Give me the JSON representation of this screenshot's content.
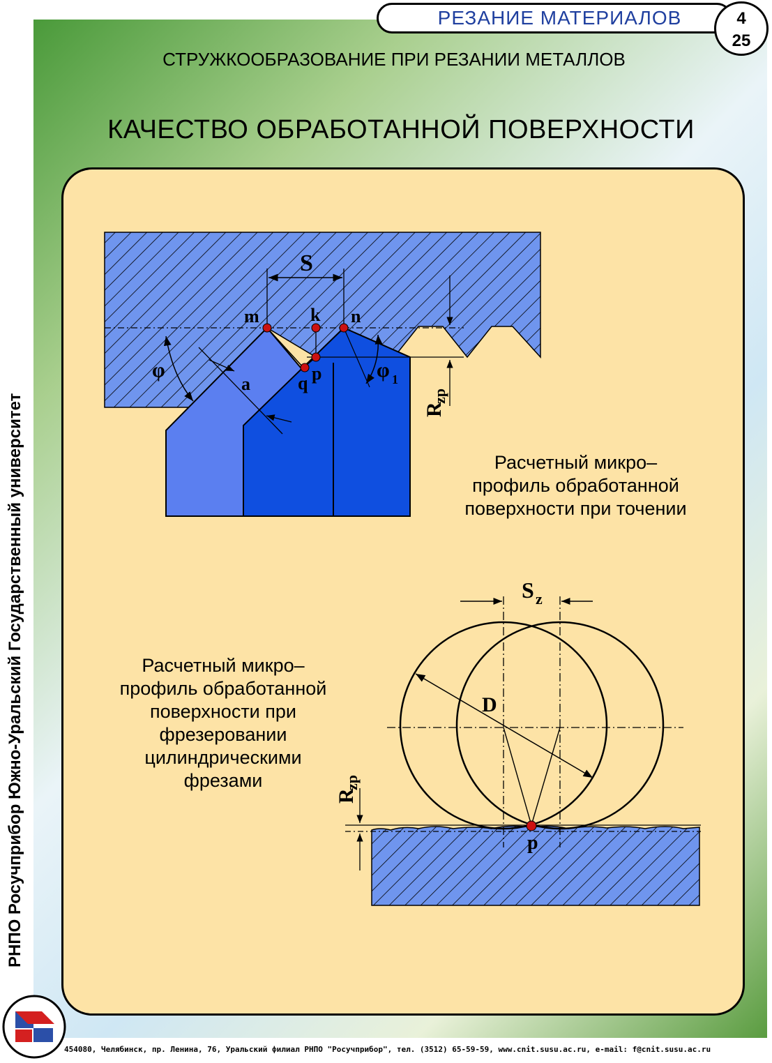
{
  "header": {
    "title": "РЕЗАНИЕ   МАТЕРИАЛОВ",
    "page_current": "4",
    "page_total": "25"
  },
  "subtitle": "СТРУЖКООБРАЗОВАНИЕ ПРИ РЕЗАНИИ   МЕТАЛЛОВ",
  "title": "КАЧЕСТВО   ОБРАБОТАННОЙ    ПОВЕРХНОСТИ",
  "sidebar_text": "РНПО Росучприбор    Южно-Уральский Государственный университет",
  "turning": {
    "caption": [
      "Расчетный   микро–",
      "профиль  обработанной",
      "поверхности  при  точении"
    ],
    "labels": {
      "S": "S",
      "m": "m",
      "k": "k",
      "n": "n",
      "q": "q",
      "p": "p",
      "a": "a",
      "phi": "φ",
      "phi1": "φ",
      "phi1_sub": "1",
      "rzp": "R",
      "rzp_sub": "zp"
    }
  },
  "milling": {
    "caption": [
      "Расчетный  микро–",
      "профиль  обработанной",
      "поверхности  при",
      "фрезеровании",
      "цилиндрическими",
      "фрезами"
    ],
    "labels": {
      "Sz": "S",
      "Sz_sub": "z",
      "D": "D",
      "p": "p",
      "rzp": "R",
      "rzp_sub": "zp"
    }
  },
  "footer": "454080, Челябинск, пр. Ленина, 76, Уральский филиал РНПО \"Росучприбор\", тел. (3512) 65-59-59, www.cnit.susu.ac.ru,  e-mail: f@cnit.susu.ac.ru",
  "colors": {
    "workpiece": "#6f95ee",
    "tool_light": "#5b7ff0",
    "tool_dark": "#0f4fe0",
    "panel": "#fde3a6",
    "point": "#cc1111"
  }
}
